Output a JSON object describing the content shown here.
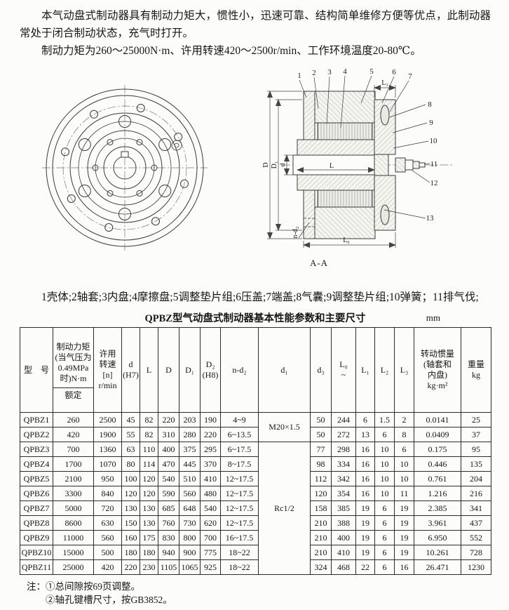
{
  "page": {
    "intro_1": "本气动盘式制动器具有制动力矩大，惯性小，迅速可靠、结构简单维修方便等优点，此制动器常处于闭合制动状态，充气时打开。",
    "intro_2": "制动力矩为260～25000N·m、许用转速420～2500r/min、工作环境温度20-80℃。",
    "parts_list": "1壳体;2轴套;3内盘;4摩擦盘;5调整垫片组;6压盖;7端盖;8气囊;9调整垫片组;10弹簧；11排气伐;",
    "notes": [
      "注：①总间隙按69页调整。",
      "②轴孔键槽尺寸，按GB3852。"
    ]
  },
  "drawing": {
    "view_labels": {
      "section": "A-A"
    },
    "callouts": [
      "1",
      "2",
      "3",
      "4",
      "5",
      "6",
      "7",
      "8",
      "9",
      "10",
      "11",
      "12",
      "13"
    ],
    "dim_labels": {
      "D": "D",
      "D1": "D₁",
      "d": "d",
      "L": "L",
      "L0": "L₀",
      "L3": "L₃",
      "n_d2": "n-d₂"
    }
  },
  "table": {
    "title": "QPBZ型气动盘式制动器基本性能参数和主要尺寸",
    "unit": "mm",
    "headers": [
      {
        "label": "型　号"
      },
      {
        "label": "制动力矩\n(当气压为\n0.49MPa\n时)N·m",
        "sub": "额定"
      },
      {
        "label": "许用\n转速\n[n]\nr/min"
      },
      {
        "label": "d\n(H7)"
      },
      {
        "label": "L"
      },
      {
        "label": "D"
      },
      {
        "label": "D₁"
      },
      {
        "label": "D₂\n(H8)"
      },
      {
        "label": "n-d₂"
      },
      {
        "label": "d₁"
      },
      {
        "label": "d₃"
      },
      {
        "label": "L₀\n~"
      },
      {
        "label": "L₁"
      },
      {
        "label": "L₂"
      },
      {
        "label": "L₃"
      },
      {
        "label": "转动惯量\n(轴套和\n内盘)\nkg·m²"
      },
      {
        "label": "重量\nkg"
      }
    ],
    "rows": [
      [
        "QPBZ1",
        "260",
        "2500",
        "45",
        "82",
        "220",
        "203",
        "190",
        "4~9",
        {
          "v": "M20×1.5",
          "rs": 2
        },
        "50",
        "244",
        "6",
        "1.5",
        "2",
        "0.0141",
        "25"
      ],
      [
        "QPBZ2",
        "420",
        "1900",
        "55",
        "82",
        "310",
        "280",
        "220",
        "6~13.5",
        "50",
        "272",
        "13",
        "6",
        "8",
        "0.0409",
        "37"
      ],
      [
        "QPBZ3",
        "700",
        "1360",
        "63",
        "110",
        "400",
        "375",
        "295",
        "6~17.5",
        {
          "v": "Rc1/2",
          "rs": 9
        },
        "77",
        "298",
        "16",
        "10",
        "6",
        "0.175",
        "95"
      ],
      [
        "QPBZ4",
        "1700",
        "1070",
        "80",
        "114",
        "470",
        "445",
        "370",
        "8~17.5",
        "98",
        "334",
        "16",
        "10",
        "10",
        "0.446",
        "135"
      ],
      [
        "QPBZ5",
        "2100",
        "950",
        "100",
        "120",
        "540",
        "510",
        "410",
        "12~17.5",
        "112",
        "342",
        "16",
        "10",
        "10",
        "0.761",
        "204"
      ],
      [
        "QPBZ6",
        "3300",
        "840",
        "120",
        "120",
        "590",
        "560",
        "480",
        "12~17.5",
        "120",
        "354",
        "16",
        "10",
        "11",
        "1.216",
        "216"
      ],
      [
        "QPBZ7",
        "5000",
        "720",
        "130",
        "130",
        "685",
        "648",
        "540",
        "12~17.5",
        "158",
        "385",
        "19",
        "6",
        "19",
        "2.385",
        "341"
      ],
      [
        "QPBZ8",
        "8600",
        "630",
        "150",
        "130",
        "760",
        "730",
        "620",
        "12~17.5",
        "210",
        "388",
        "19",
        "6",
        "19",
        "3.961",
        "437"
      ],
      [
        "QPBZ9",
        "11000",
        "560",
        "160",
        "175",
        "830",
        "800",
        "700",
        "16~17.5",
        "210",
        "400",
        "19",
        "6",
        "19",
        "6.950",
        "552"
      ],
      [
        "QPBZ10",
        "15000",
        "500",
        "180",
        "180",
        "940",
        "900",
        "775",
        "18~22",
        "210",
        "410",
        "19",
        "6",
        "19",
        "10.261",
        "728"
      ],
      [
        "QPBZ11",
        "25000",
        "420",
        "220",
        "230",
        "1105",
        "1065",
        "925",
        "18~22",
        "324",
        "468",
        "22",
        "6",
        "16",
        "26.471",
        "1230"
      ]
    ]
  }
}
